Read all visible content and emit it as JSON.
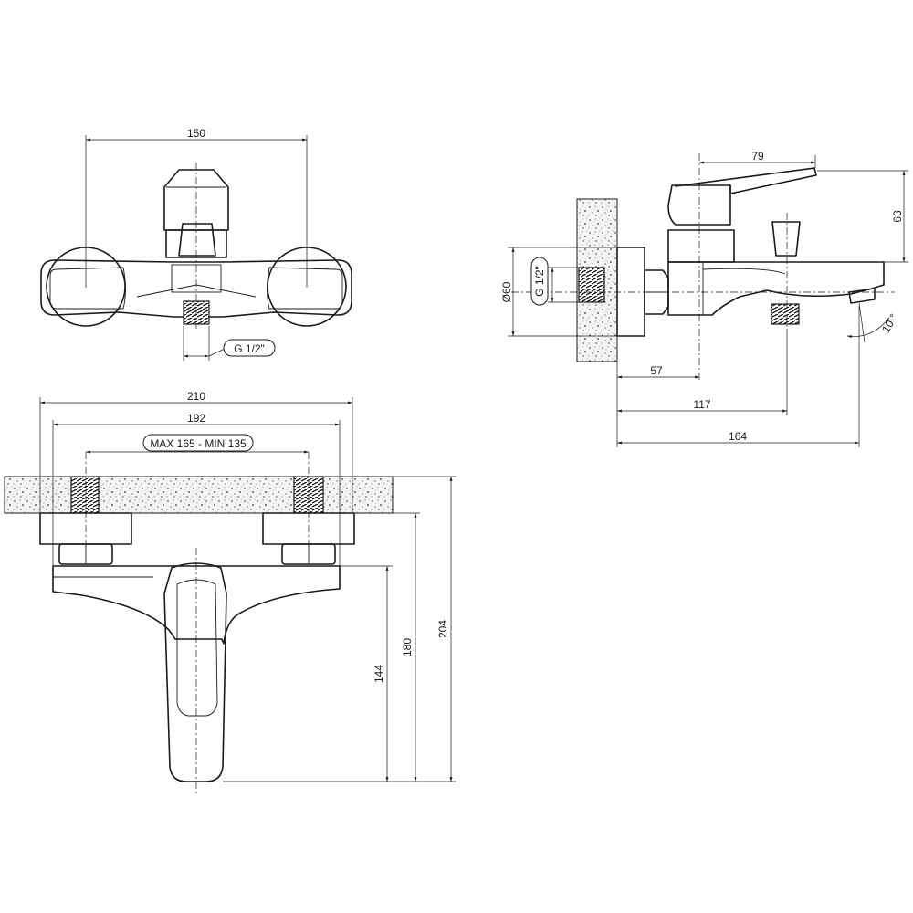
{
  "front_view": {
    "width_label": "150",
    "thread_label": "G 1/2\""
  },
  "side_view": {
    "lever_label": "79",
    "height_label": "63",
    "flange_label": "Ø60",
    "thread_label": "G 1/2\"",
    "dim_57": "57",
    "dim_117": "117",
    "dim_164": "164",
    "angle_label": "10 °"
  },
  "top_view": {
    "overall_label": "210",
    "body_label": "192",
    "range_label": "MAX 165 - MIN 135",
    "h_144": "144",
    "h_180": "180",
    "h_204": "204"
  }
}
